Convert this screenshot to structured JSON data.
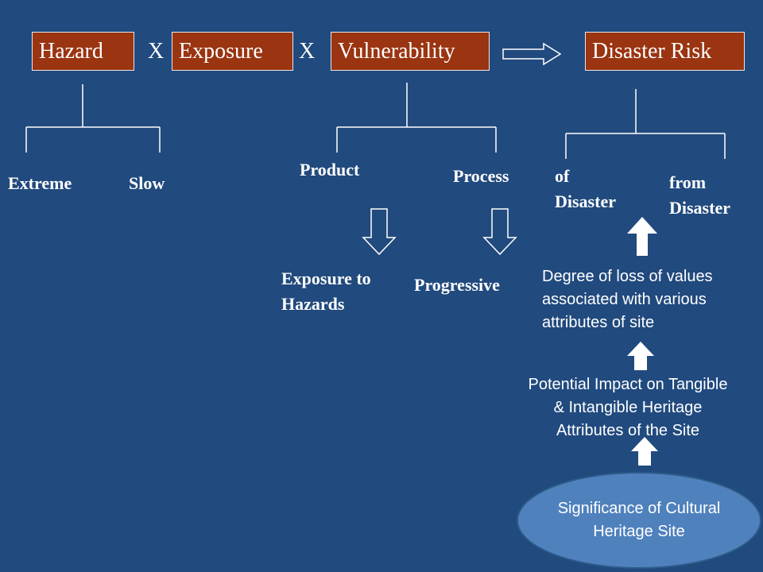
{
  "formula": {
    "hazard": "Hazard",
    "op1": "X",
    "exposure": "Exposure",
    "op2": "X",
    "vulnerability": "Vulnerability",
    "risk": "Disaster Risk"
  },
  "hazard_types": {
    "extreme": "Extreme",
    "slow": "Slow"
  },
  "vulnerability_types": {
    "product": "Product",
    "process": "Process",
    "product_result_line1": "Exposure to",
    "product_result_line2": "Hazards",
    "process_result": "Progressive"
  },
  "risk_types": {
    "of_line1": "of",
    "of_line2": "Disaster",
    "from_line1": "from",
    "from_line2": "Disaster"
  },
  "chain": {
    "loss_line1": "Degree of loss of values",
    "loss_line2": "associated with various",
    "loss_line3": "attributes of site",
    "impact_line1": "Potential Impact on Tangible",
    "impact_line2": "& Intangible  Heritage",
    "impact_line3": "Attributes of the Site",
    "significance_line1": "Significance of Cultural",
    "significance_line2": "Heritage Site"
  },
  "colors": {
    "background": "#214a7e",
    "box_fill": "#9a3411",
    "ellipse_fill": "#4f81bd"
  }
}
